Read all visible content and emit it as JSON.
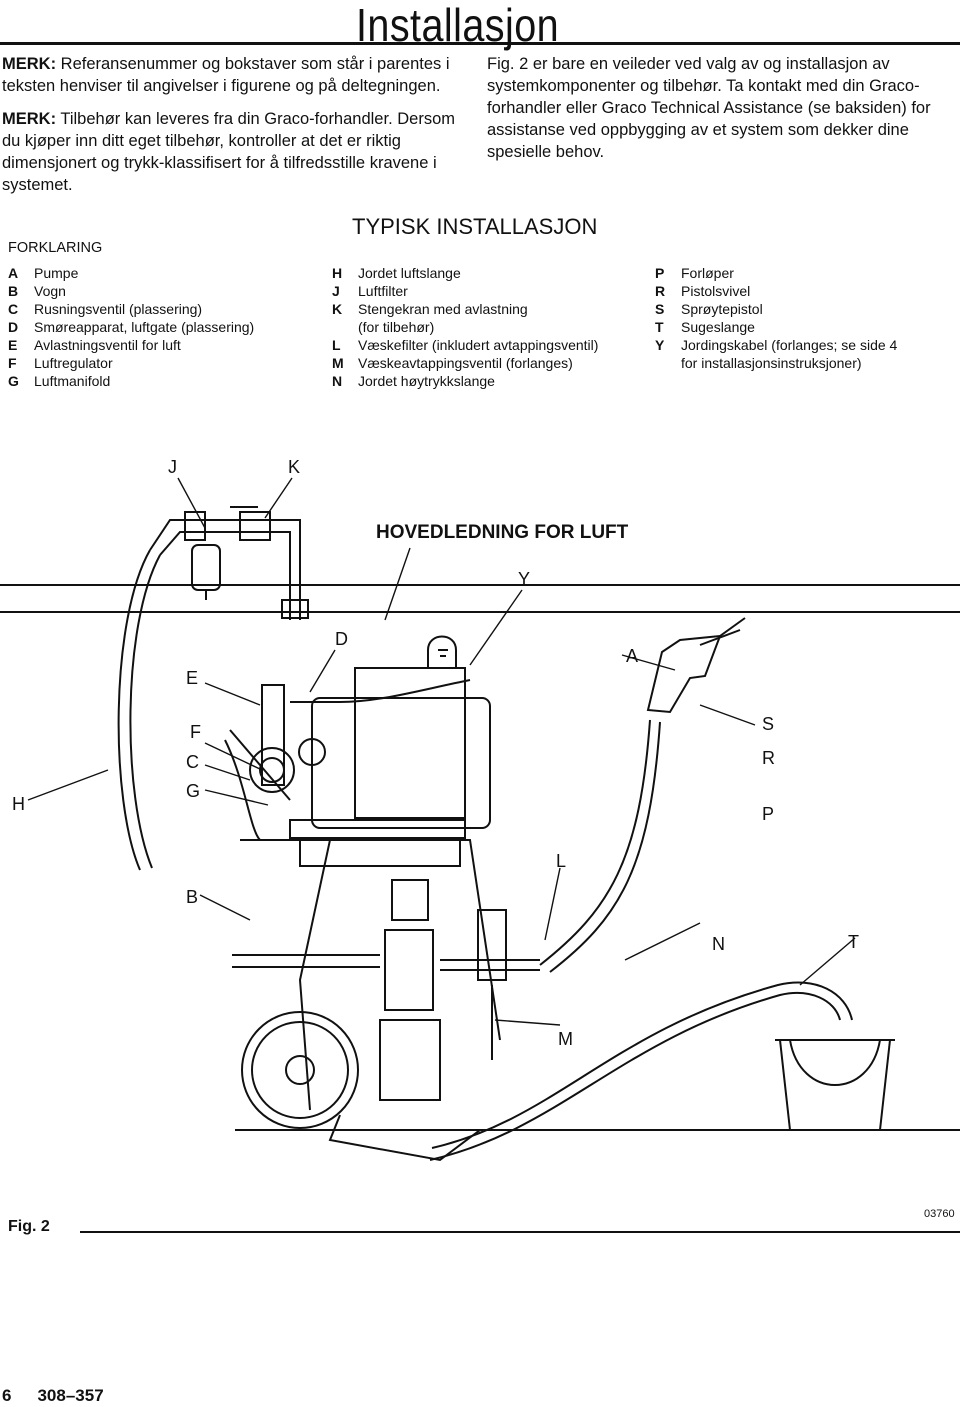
{
  "header": {
    "title": "Installasjon"
  },
  "intro": {
    "note1_label": "MERK:",
    "note1_text": " Referansenummer og bokstaver som står i parentes i teksten henviser til angivelser i figurene og på deltegningen.",
    "note2_label": "MERK:",
    "note2_text": " Tilbehør kan leveres fra din Graco-forhandler. Dersom du kjøper inn ditt eget tilbehør, kontroller at det er riktig dimensjonert og trykk-klassifisert for å tilfredsstille kravene i systemet.",
    "right_text": "Fig. 2 er bare en veileder ved valg av og installasjon av systemkomponenter og tilbehør. Ta kontakt med din Graco-forhandler eller Graco Technical Assistance (se baksiden) for assistanse ved oppbygging av et system som dekker dine spesielle behov."
  },
  "figure": {
    "title": "TYPISK INSTALLASJON",
    "legend_title": "FORKLARING",
    "legend_col1": [
      {
        "key": "A",
        "text": "Pumpe"
      },
      {
        "key": "B",
        "text": "Vogn"
      },
      {
        "key": "C",
        "text": "Rusningsventil (plassering)"
      },
      {
        "key": "D",
        "text": "Smøreapparat, luftgate (plassering)"
      },
      {
        "key": "E",
        "text": "Avlastningsventil for luft"
      },
      {
        "key": "F",
        "text": "Luftregulator"
      },
      {
        "key": "G",
        "text": "Luftmanifold"
      }
    ],
    "legend_col2": [
      {
        "key": "H",
        "text": "Jordet luftslange"
      },
      {
        "key": "J",
        "text": "Luftfilter"
      },
      {
        "key": "K",
        "text": "Stengekran med avlastning"
      },
      {
        "key": "",
        "text": "(for tilbehør)"
      },
      {
        "key": "L",
        "text": "Væskefilter (inkludert avtappingsventil)"
      },
      {
        "key": "M",
        "text": "Væskeavtappingsventil (forlanges)"
      },
      {
        "key": "N",
        "text": "Jordet høytrykkslange"
      }
    ],
    "legend_col3": [
      {
        "key": "P",
        "text": "Forløper"
      },
      {
        "key": "R",
        "text": "Pistolsvivel"
      },
      {
        "key": "S",
        "text": "Sprøytepistol"
      },
      {
        "key": "T",
        "text": "Sugeslange"
      },
      {
        "key": "Y",
        "text": "Jordingskabel (forlanges; se side 4"
      },
      {
        "key": "",
        "text": "for installasjonsinstruksjoner)"
      }
    ],
    "drawing_labels": {
      "main_line": "HOVEDLEDNING FOR LUFT",
      "J": "J",
      "K": "K",
      "Y": "Y",
      "D": "D",
      "A": "A",
      "E": "E",
      "F": "F",
      "C": "C",
      "G": "G",
      "H": "H",
      "S": "S",
      "R": "R",
      "P": "P",
      "L": "L",
      "B": "B",
      "N": "N",
      "T": "T",
      "M": "M"
    },
    "caption": "Fig. 2",
    "drawing_number": "03760"
  },
  "footer": {
    "page": "6",
    "doc_number": "308–357"
  }
}
